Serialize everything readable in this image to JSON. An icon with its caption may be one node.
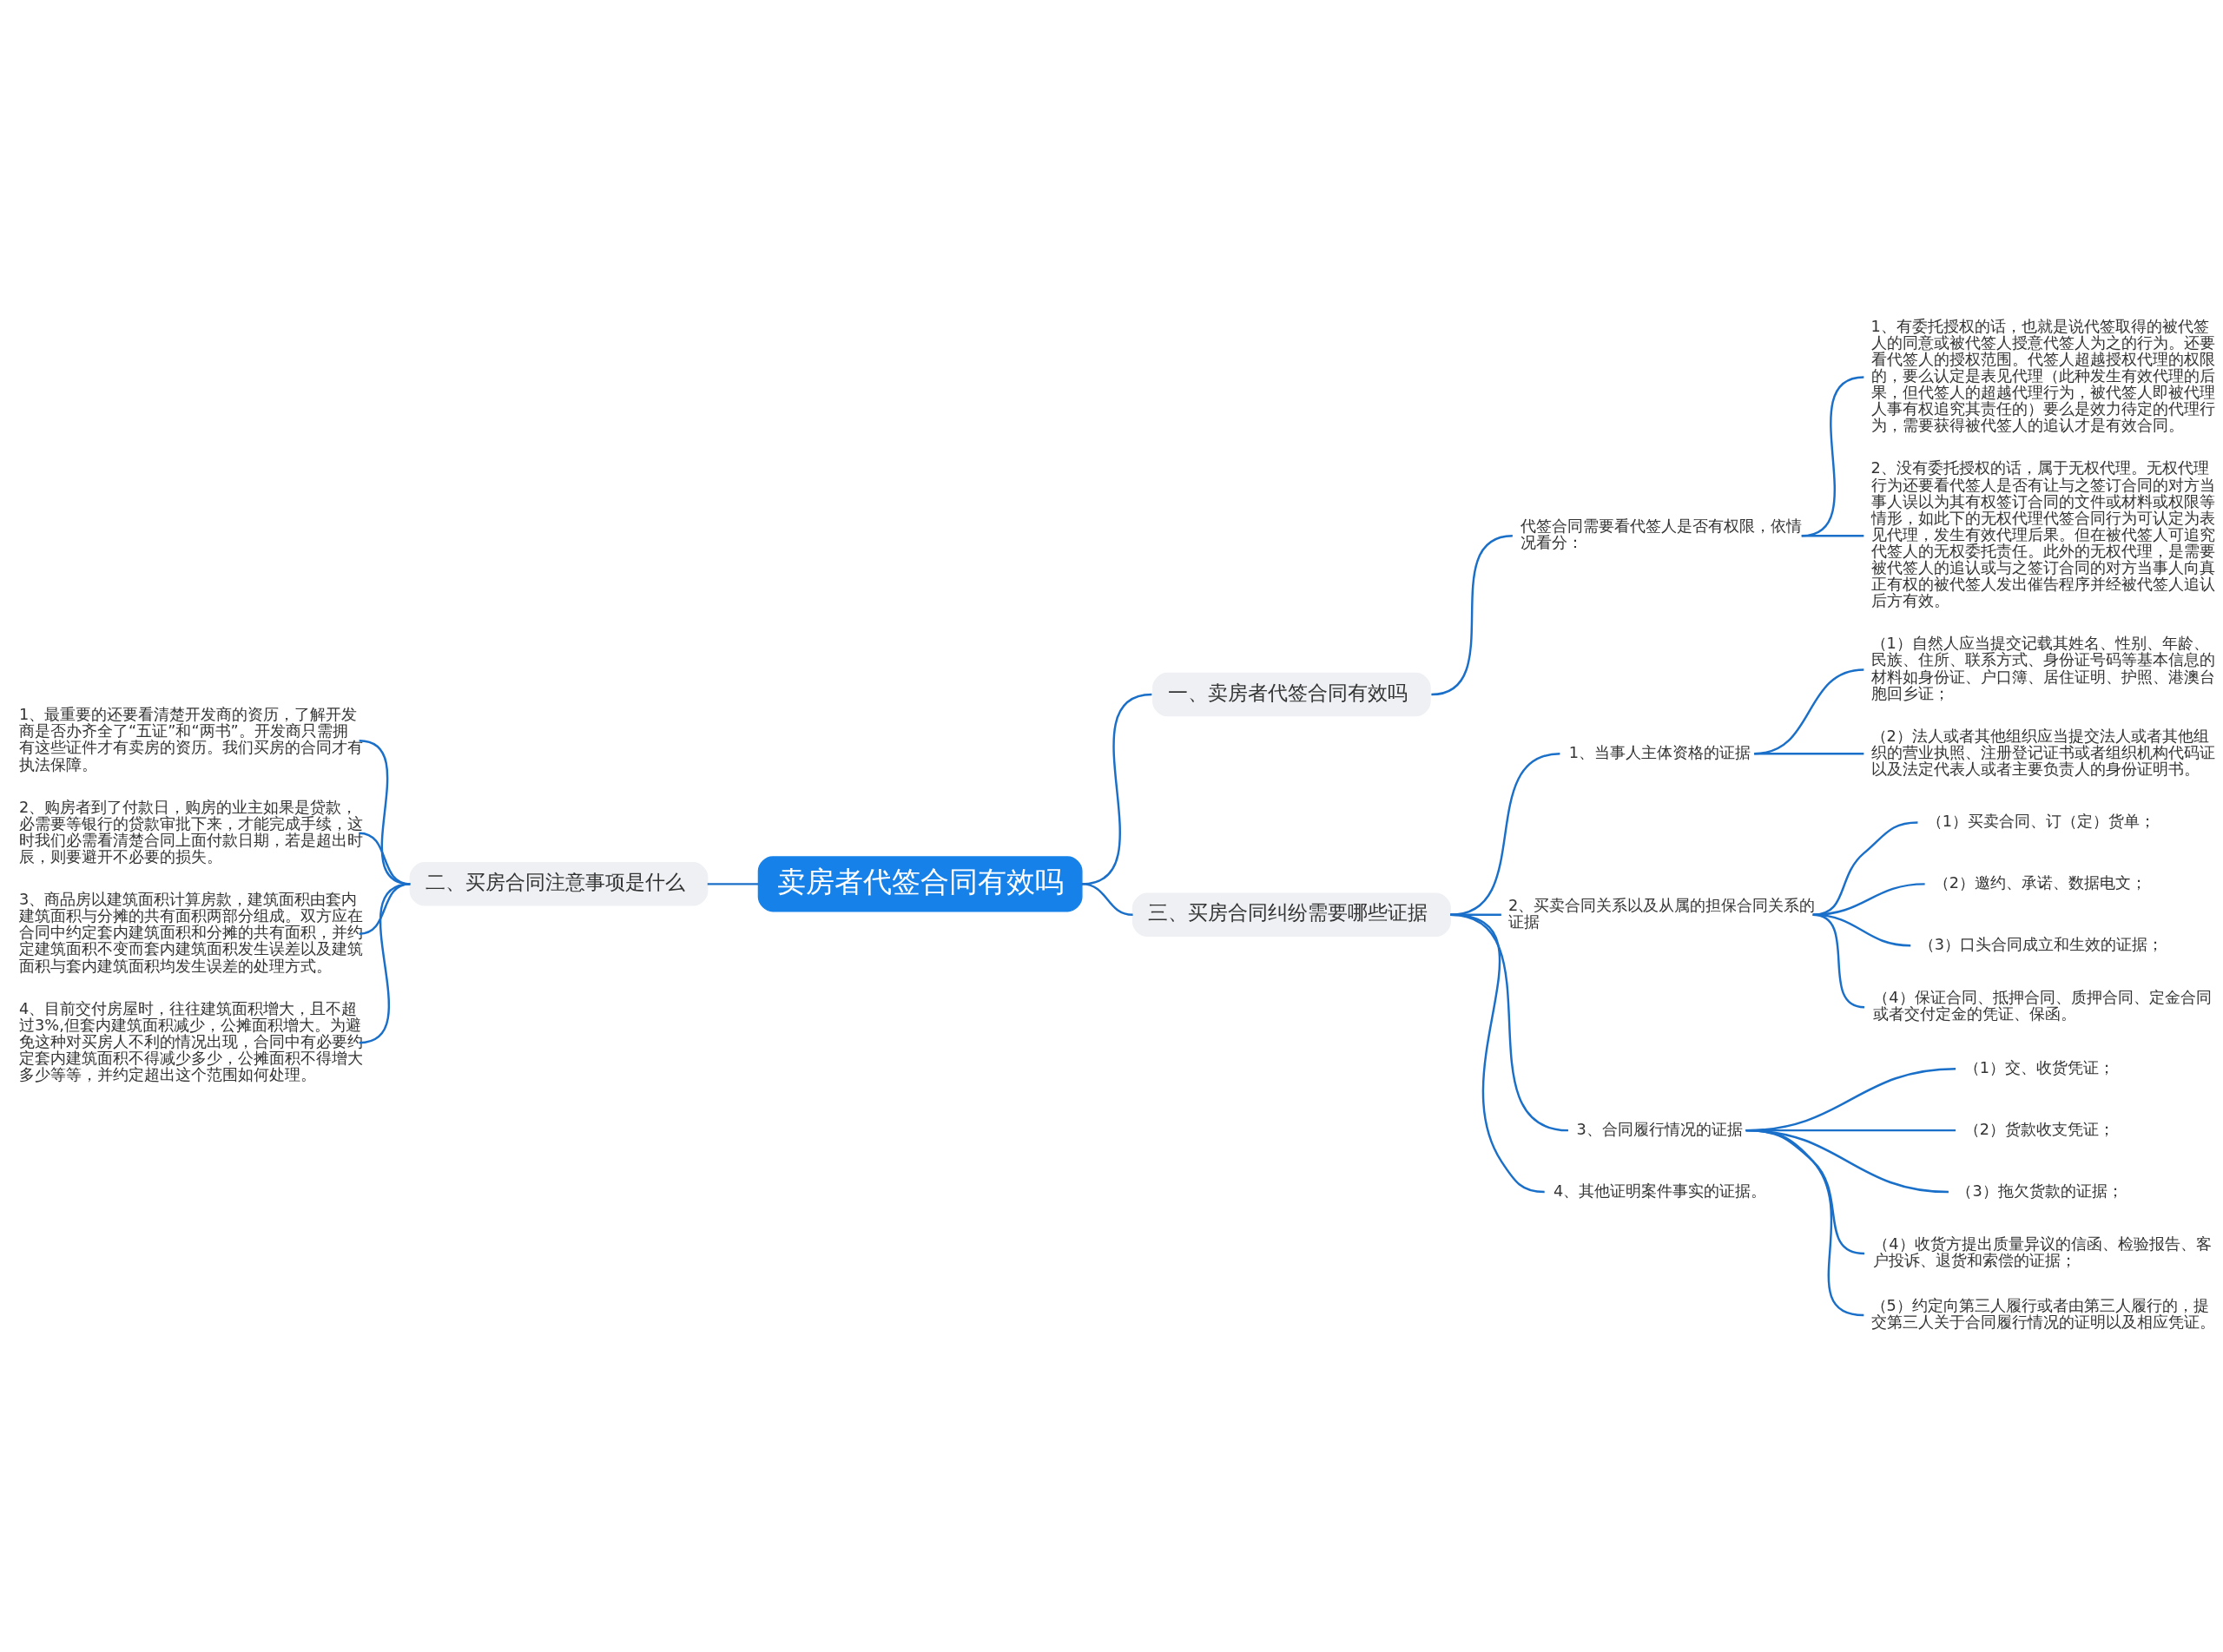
{
  "diagram": {
    "nodes": [
      {
        "text": [
          "卖房者代签合同有效吗"
        ]
      },
      {
        "text": [
          "一、卖房者代签合同有效吗"
        ]
      },
      {
        "text": [
          "代签合同需要看代签人是否有权限，依情况看分："
        ]
      },
      {
        "text": [
          "1、有委托授权的话，也就是说代签取得的被代签人的同意或被代签人授意代签人为之的行为。还要看代签人的授权范围。代签人超越授权代理的权限的，要么认定是表见代理（此种发生有效代理的后果，但代签人的超越代理行为，被代签人即被代理人事有权追究其责任的）要么是效力待定的代理行为，需要获得被代签人的追认才是有效合同。"
        ]
      },
      {
        "text": [
          "2、没有委托授权的话，属于无权代理。无权代理行为还要看代签人是否有让与之签订合同的对方当事人误以为其有权签订合同的文件或材料或权限等情形，如此下的无权代理代签合同行为可认定为表见代理，发生有效代理后果。但在被代签人可追究代签人的无权委托责任。此外的无权代理，是需要被代签人的追认或与之签订合同的对方当事人向真正有权的被代签人发出催告程序并经被代签人追认后方有效。"
        ]
      },
      {
        "text": [
          "二、买房合同注意事项是什么"
        ]
      },
      {
        "text": [
          "1、最重要的还要看清楚开发商的资历，了解开发商是否办齐全了“五证”和“两书”。开发商只需拥有这些证件才有卖房的资历。我们买房的合同才有执法保障。"
        ]
      },
      {
        "text": [
          "2、购房者到了付款日，购房的业主如果是贷款，必需要等银行的贷款审批下来，才能完成手续，这时我们必需看清楚合同上面付款日期，若是超出时辰，则要避开不必要的损失。"
        ]
      },
      {
        "text": [
          "3、商品房以建筑面积计算房款，建筑面积由套内建筑面积与分摊的共有面积两部分组成。双方应在合同中约定套内建筑面积和分摊的共有面积，并约定建筑面积不变而套内建筑面积发生误差以及建筑面积与套内建筑面积均发生误差的处理方式。"
        ]
      },
      {
        "text": [
          "4、目前交付房屋时，往往建筑面积增大，且不超过3%,但套内建筑面积减少，公摊面积增大。为避免这种对买房人不利的情况出现，合同中有必要约定套内建筑面积不得减少多少，公摊面积不得增大多少等等，并约定超出这个范围如何处理。"
        ]
      },
      {
        "text": [
          "三、买房合同纠纷需要哪些证据"
        ]
      },
      {
        "text": [
          "1、当事人主体资格的证据"
        ]
      },
      {
        "text": [
          "（1）自然人应当提交记载其姓名、性别、年龄、民族、住所、联系方式、身份证号码等基本信息的材料如身份证、户口簿、居住证明、护照、港澳台胞回乡证；"
        ]
      },
      {
        "text": [
          "（2）法人或者其他组织应当提交法人或者其他组织的营业执照、注册登记证书或者组织机构代码证以及法定代表人或者主要负责人的身份证明书。"
        ]
      },
      {
        "text": [
          "2、买卖合同关系以及从属的担保合同关系的证据"
        ]
      },
      {
        "text": [
          "（1）买卖合同、订（定）货单；"
        ]
      },
      {
        "text": [
          "（2）邀约、承诺、数据电文；"
        ]
      },
      {
        "text": [
          "（3）口头合同成立和生效的证据；"
        ]
      },
      {
        "text": [
          "（4）保证合同、抵押合同、质押合同、定金合同或者交付定金的凭证、保函。"
        ]
      },
      {
        "text": [
          "3、合同履行情况的证据"
        ]
      },
      {
        "text": [
          "（1）交、收货凭证；"
        ]
      },
      {
        "text": [
          "（2）货款收支凭证；"
        ]
      },
      {
        "text": [
          "（3）拖欠货款的证据；"
        ]
      },
      {
        "text": [
          "（4）收货方提出质量异议的信函、检验报告、客户投诉、退货和索偿的证据；"
        ]
      },
      {
        "text": [
          "（5）约定向第三人履行或者由第三人履行的，提交第三人关于合同履行情况的证明以及相应凭证。"
        ]
      },
      {
        "text": [
          "4、其他证明案件事实的证据。"
        ]
      }
    ],
    "edges": [
      {
        "from": 6,
        "to": 5,
        "arrow": "none"
      },
      {
        "from": 7,
        "to": 5,
        "arrow": "none"
      },
      {
        "from": 8,
        "to": 5,
        "arrow": "none"
      },
      {
        "from": 9,
        "to": 5,
        "arrow": "none"
      },
      {
        "from": 5,
        "to": 0,
        "arrow": "none"
      },
      {
        "from": 0,
        "to": 1,
        "arrow": "none"
      },
      {
        "from": 1,
        "to": 2,
        "arrow": "none"
      },
      {
        "from": 2,
        "to": 3,
        "arrow": "none"
      },
      {
        "from": 2,
        "to": 4,
        "arrow": "none"
      },
      {
        "from": 0,
        "to": 10,
        "arrow": "none"
      },
      {
        "from": 10,
        "to": 11,
        "arrow": "none"
      },
      {
        "from": 11,
        "to": 12,
        "arrow": "none"
      },
      {
        "from": 11,
        "to": 13,
        "arrow": "none"
      },
      {
        "from": 10,
        "to": 14,
        "arrow": "none"
      },
      {
        "from": 14,
        "to": 15,
        "arrow": "none"
      },
      {
        "from": 14,
        "to": 16,
        "arrow": "none"
      },
      {
        "from": 14,
        "to": 17,
        "arrow": "none"
      },
      {
        "from": 14,
        "to": 18,
        "arrow": "none"
      },
      {
        "from": 10,
        "to": 19,
        "arrow": "none"
      },
      {
        "from": 19,
        "to": 20,
        "arrow": "none"
      },
      {
        "from": 19,
        "to": 21,
        "arrow": "none"
      },
      {
        "from": 19,
        "to": 22,
        "arrow": "none"
      },
      {
        "from": 19,
        "to": 23,
        "arrow": "none"
      },
      {
        "from": 19,
        "to": 24,
        "arrow": "none"
      },
      {
        "from": 10,
        "to": 25,
        "arrow": "none"
      }
    ]
  }
}
